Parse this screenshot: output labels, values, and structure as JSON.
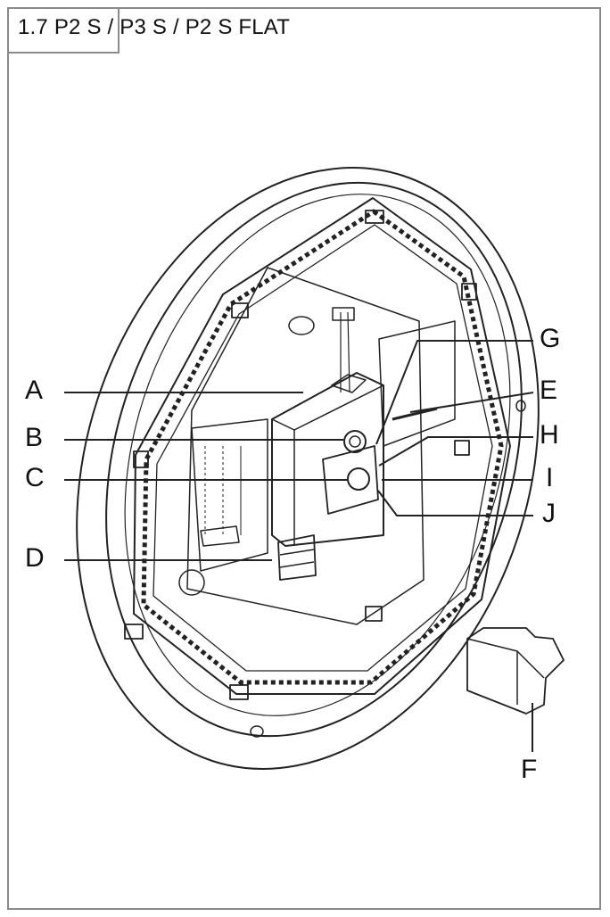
{
  "header": {
    "title": "1.7  P2 S / P3 S / P2 S FLAT"
  },
  "callouts": {
    "A": "A",
    "B": "B",
    "C": "C",
    "D": "D",
    "E": "E",
    "F": "F",
    "G": "G",
    "H": "H",
    "I": "I",
    "J": "J"
  },
  "colors": {
    "line": "#222222",
    "frame": "#8a8a8a",
    "background": "#ffffff"
  }
}
